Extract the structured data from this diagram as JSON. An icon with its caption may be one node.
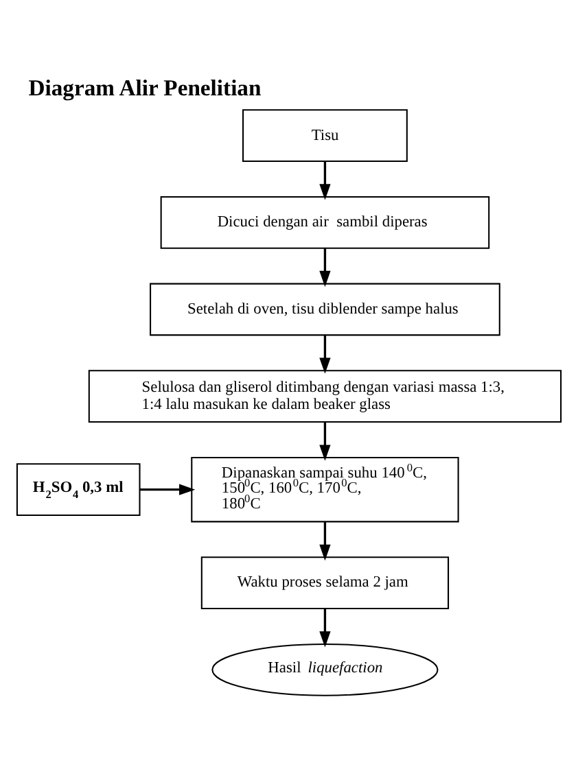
{
  "diagram": {
    "title": "Diagram Alir Penelitian",
    "nodes": [
      {
        "text": [
          "Tisu"
        ]
      },
      {
        "text": [
          "Dicuci dengan air  sambil diperas"
        ]
      },
      {
        "text": [
          "Setelah di oven, tisu diblender sampe halus"
        ]
      },
      {
        "text": [
          "Selulosa dan gliserol ditimbang dengan variasi massa 1:3, 1:4 lalu masukan ke dalam beaker glass"
        ]
      },
      {
        "text": [
          "Dipanaskan sampai suhu 140$^{0}$C, 150$^{0}$C, 160$^{0}$C, 170$^{0}$C, 180$^{0}$C"
        ]
      },
      {
        "text": [
          "H$_{2}$SO$_{4}$ 0,3 ml"
        ]
      },
      {
        "text": [
          "Waktu proses selama 2 jam"
        ]
      },
      {
        "text": [
          "Hasil *liquefaction*"
        ]
      }
    ],
    "edges": [
      {
        "from": 0,
        "to": 1,
        "arrow": "to"
      },
      {
        "from": 1,
        "to": 2,
        "arrow": "to"
      },
      {
        "from": 2,
        "to": 3,
        "arrow": "to"
      },
      {
        "from": 3,
        "to": 4,
        "arrow": "to"
      },
      {
        "from": 5,
        "to": 4,
        "arrow": "to"
      },
      {
        "from": 4,
        "to": 6,
        "arrow": "to"
      },
      {
        "from": 6,
        "to": 7,
        "arrow": "to"
      }
    ]
  }
}
